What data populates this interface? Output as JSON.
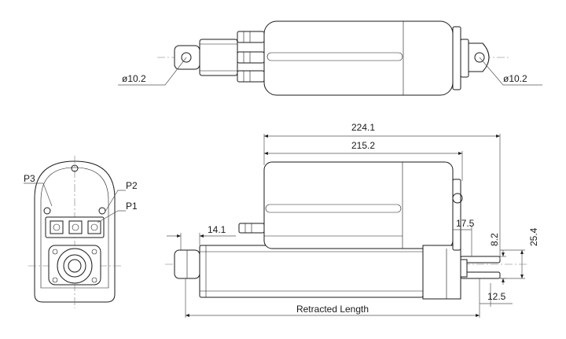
{
  "labels": {
    "top_rod_eye_diameter": "ø10.2",
    "top_rear_eye_diameter": "ø10.2",
    "overall_length_max": "224.1",
    "overall_length_body": "215.2",
    "rod_stub": "14.1",
    "clevis_offset": "17.5",
    "clevis_slot": "8.2",
    "clevis_height": "25.4",
    "clevis_depth": "12.5",
    "retracted_length": "Retracted Length",
    "port_p3": "P3",
    "port_p2": "P2",
    "port_p1": "P1"
  }
}
